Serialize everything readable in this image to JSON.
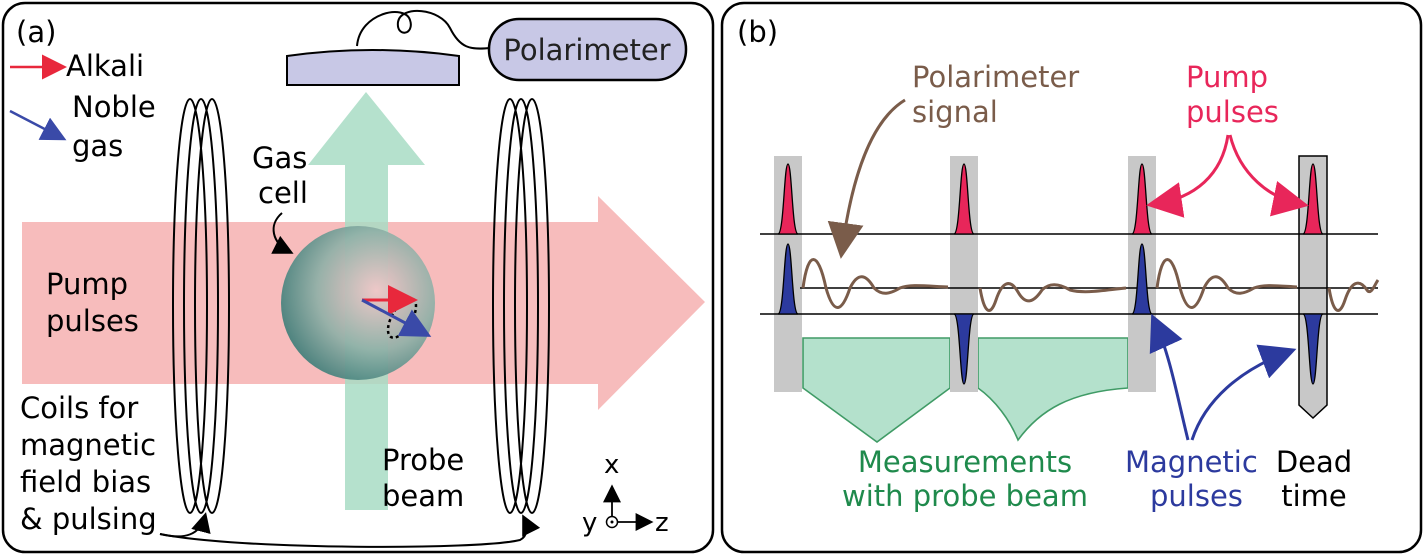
{
  "panel_a": {
    "tag": "(a)",
    "legend": {
      "alkali": "Alkali",
      "noble_line1": "Noble",
      "noble_line2": "gas"
    },
    "polarimeter": "Polarimeter",
    "gas_cell_line1": "Gas",
    "gas_cell_line2": "cell",
    "pump_line1": "Pump",
    "pump_line2": "pulses",
    "coils_lines": [
      "Coils for",
      "magnetic",
      "field bias",
      "& pulsing"
    ],
    "probe_line1": "Probe",
    "probe_line2": "beam",
    "axes": {
      "x": "x",
      "y": "y",
      "z": "z"
    }
  },
  "panel_b": {
    "tag": "(b)",
    "polarimeter_line1": "Polarimeter",
    "polarimeter_line2": "signal",
    "pump_line1": "Pump",
    "pump_line2": "pulses",
    "measure_line1": "Measurements",
    "measure_line2": "with probe beam",
    "magnetic_line1": "Magnetic",
    "magnetic_line2": "pulses",
    "dead_line1": "Dead",
    "dead_line2": "time"
  },
  "colors": {
    "alkali": "#e8283c",
    "noble": "#3a4aa8",
    "pump_beam": "#f7bcbc",
    "probe_beam": "#a8dcc4",
    "polarimeter_fill": "#c8c8e6",
    "pump_pulse": "#e8265a",
    "magnetic_pulse": "#2c3a9e",
    "signal": "#7a5c4a",
    "measure_fill": "#a8dcc4",
    "measure_text": "#1f8a4c",
    "dead_gray": "#c8c8c8"
  }
}
